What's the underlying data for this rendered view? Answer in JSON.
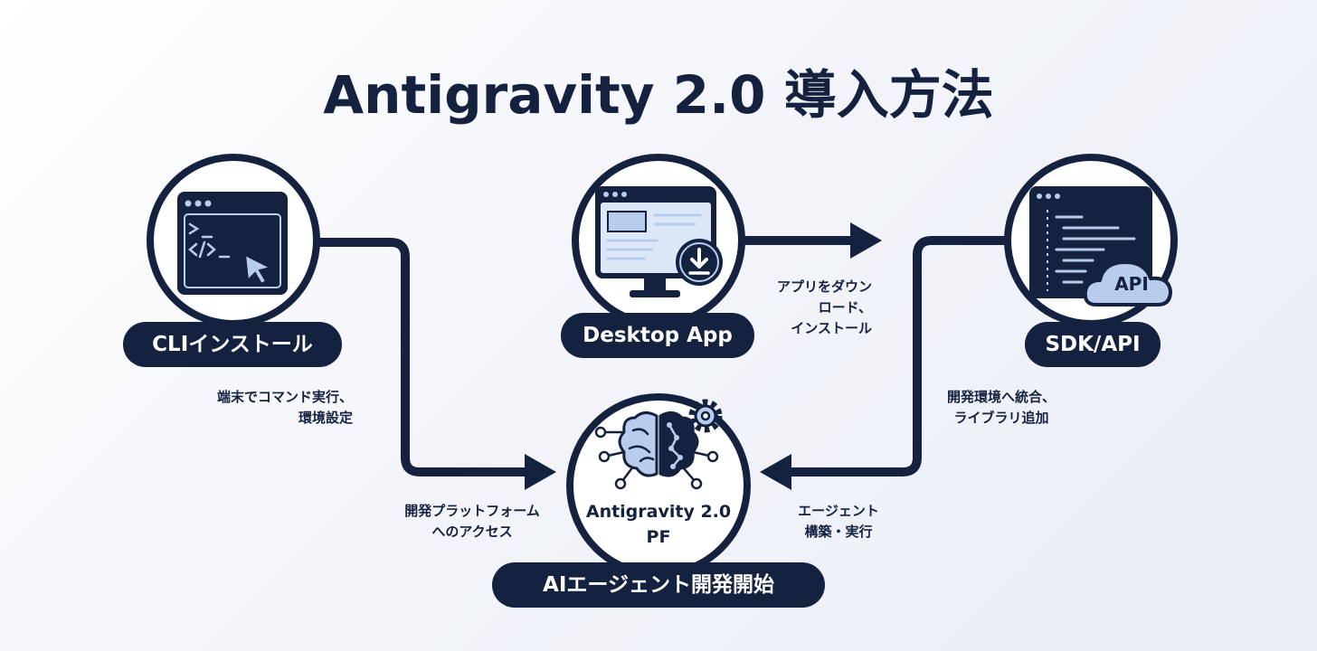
{
  "title": "Antigravity 2.0 導入方法",
  "nodes": {
    "cli": {
      "label": "CLIインストール",
      "note_lines": [
        "端末でコマンド実行、",
        "環境設定"
      ]
    },
    "desktop": {
      "label": "Desktop App",
      "note_lines": [
        "アプリをダウン",
        "ロード、",
        "インストール"
      ]
    },
    "sdk": {
      "label": "SDK/API",
      "badge": "API",
      "note_lines": [
        "開発環境へ統合、",
        "ライブラリ追加"
      ]
    },
    "platform": {
      "label": "AIエージェント開発開始",
      "center_lines": [
        "Antigravity 2.0",
        "PF"
      ],
      "left_note_lines": [
        "開発プラットフォーム",
        "へのアクセス"
      ],
      "right_note_lines": [
        "エージェント",
        "構築・実行"
      ]
    }
  },
  "colors": {
    "navy": "#142240",
    "light_blue": "#b8cdee",
    "pale_blue": "#dce7f8",
    "background": "#f3f5fa"
  },
  "icons": {
    "cli": "terminal-window-icon",
    "desktop": "desktop-monitor-download-icon",
    "sdk": "code-window-cloud-api-icon",
    "platform": "brain-circuit-gear-icon"
  }
}
